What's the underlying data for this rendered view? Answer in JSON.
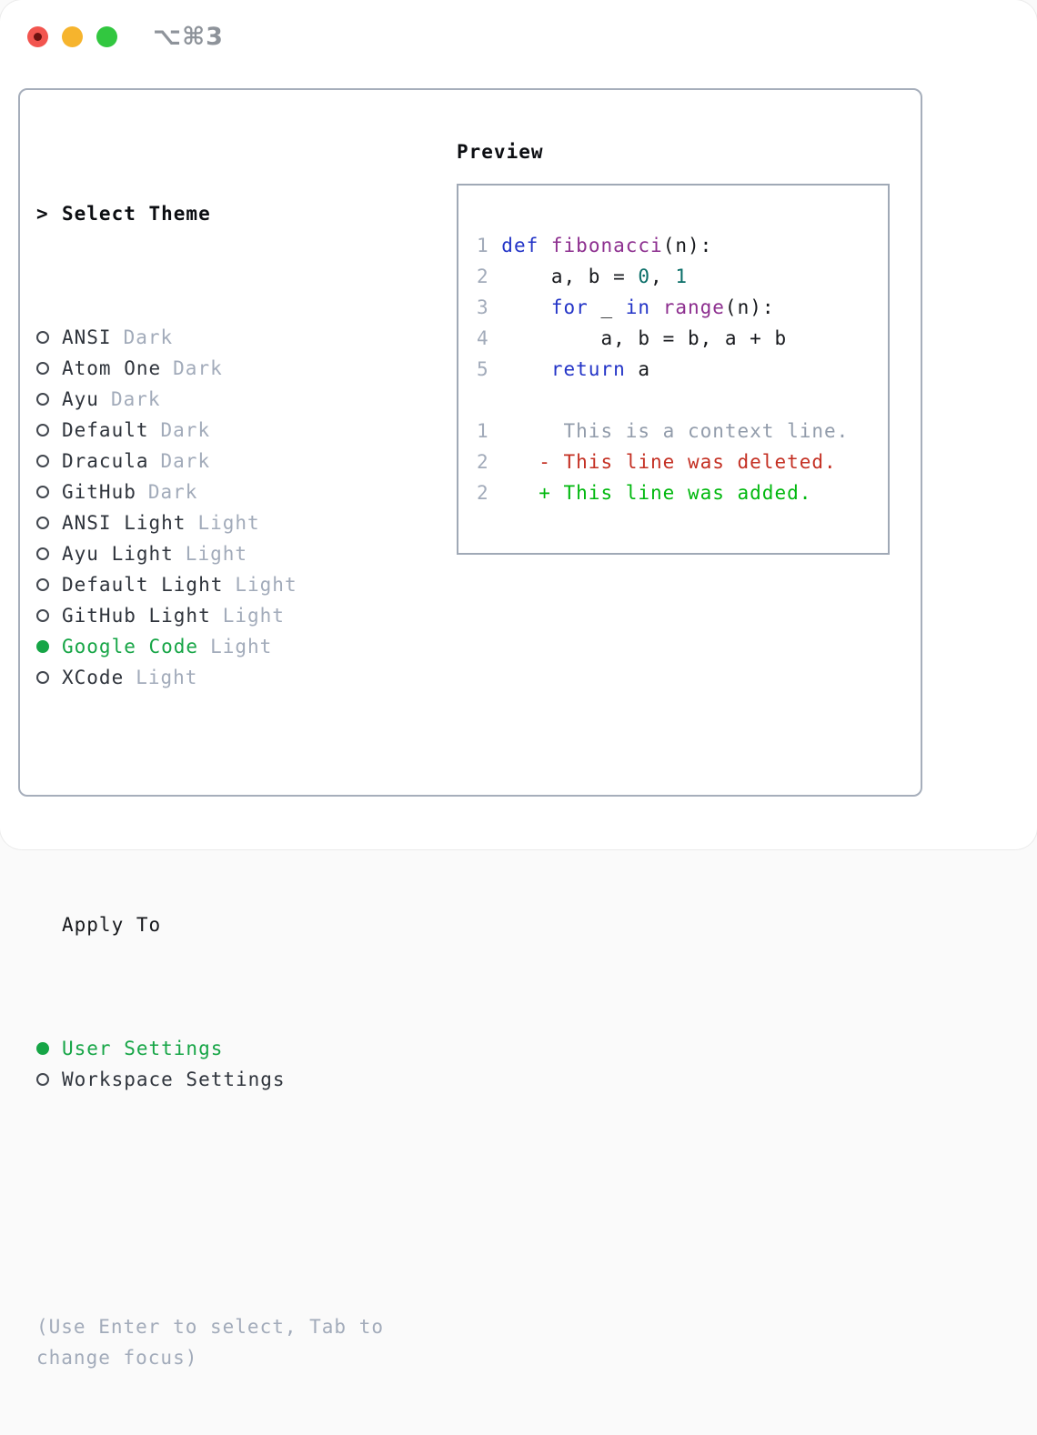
{
  "window": {
    "title": "⌥⌘3"
  },
  "colors": {
    "green": "#16a546",
    "added": "#00b80e",
    "red": "#c43023",
    "kw": "#2334c7",
    "fn": "#8d2f8f",
    "num": "#0a6e68",
    "muted": "#a2abba",
    "text": "#2f343c",
    "border": "#a6aebb",
    "lineno": "#a2abba",
    "ctx": "#929cab",
    "titlegray": "#8e939a"
  },
  "theme_selector": {
    "prompt": ">",
    "title": "Select Theme",
    "items": [
      {
        "label": "ANSI",
        "tag": "Dark",
        "selected": false
      },
      {
        "label": "Atom One",
        "tag": "Dark",
        "selected": false
      },
      {
        "label": "Ayu",
        "tag": "Dark",
        "selected": false
      },
      {
        "label": "Default",
        "tag": "Dark",
        "selected": false
      },
      {
        "label": "Dracula",
        "tag": "Dark",
        "selected": false
      },
      {
        "label": "GitHub",
        "tag": "Dark",
        "selected": false
      },
      {
        "label": "ANSI Light",
        "tag": "Light",
        "selected": false
      },
      {
        "label": "Ayu Light",
        "tag": "Light",
        "selected": false
      },
      {
        "label": "Default Light",
        "tag": "Light",
        "selected": false
      },
      {
        "label": "GitHub Light",
        "tag": "Light",
        "selected": false
      },
      {
        "label": "Google Code",
        "tag": "Light",
        "selected": true
      },
      {
        "label": "XCode",
        "tag": "Light",
        "selected": false
      }
    ],
    "apply_to": {
      "title": "Apply To",
      "options": [
        {
          "label": "User Settings",
          "selected": true
        },
        {
          "label": "Workspace Settings",
          "selected": false
        }
      ]
    },
    "help_lines": [
      "(Use Enter to select, Tab to",
      "change focus)"
    ]
  },
  "preview": {
    "title": "Preview",
    "code_lines": [
      {
        "num": "1",
        "tokens": [
          {
            "text": "def",
            "style": "keyword"
          },
          {
            "text": " ",
            "style": "plain"
          },
          {
            "text": "fibonacci",
            "style": "function"
          },
          {
            "text": "(n):",
            "style": "plain"
          }
        ]
      },
      {
        "num": "2",
        "tokens": [
          {
            "text": "    a, b = ",
            "style": "plain"
          },
          {
            "text": "0",
            "style": "number"
          },
          {
            "text": ", ",
            "style": "plain"
          },
          {
            "text": "1",
            "style": "number"
          }
        ]
      },
      {
        "num": "3",
        "tokens": [
          {
            "text": "    ",
            "style": "plain"
          },
          {
            "text": "for",
            "style": "keyword"
          },
          {
            "text": " _ ",
            "style": "plain"
          },
          {
            "text": "in",
            "style": "keyword"
          },
          {
            "text": " ",
            "style": "plain"
          },
          {
            "text": "range",
            "style": "function"
          },
          {
            "text": "(n):",
            "style": "plain"
          }
        ]
      },
      {
        "num": "4",
        "tokens": [
          {
            "text": "        a, b = b, a + b",
            "style": "plain"
          }
        ]
      },
      {
        "num": "5",
        "tokens": [
          {
            "text": "    ",
            "style": "plain"
          },
          {
            "text": "return",
            "style": "keyword"
          },
          {
            "text": " a",
            "style": "plain"
          }
        ]
      }
    ],
    "diff_lines": [
      {
        "num": "1",
        "marker": " ",
        "text": "This is a context line.",
        "style": "context"
      },
      {
        "num": "2",
        "marker": "-",
        "text": "This line was deleted.",
        "style": "deleted"
      },
      {
        "num": "2",
        "marker": "+",
        "text": "This line was added.",
        "style": "added"
      }
    ]
  }
}
